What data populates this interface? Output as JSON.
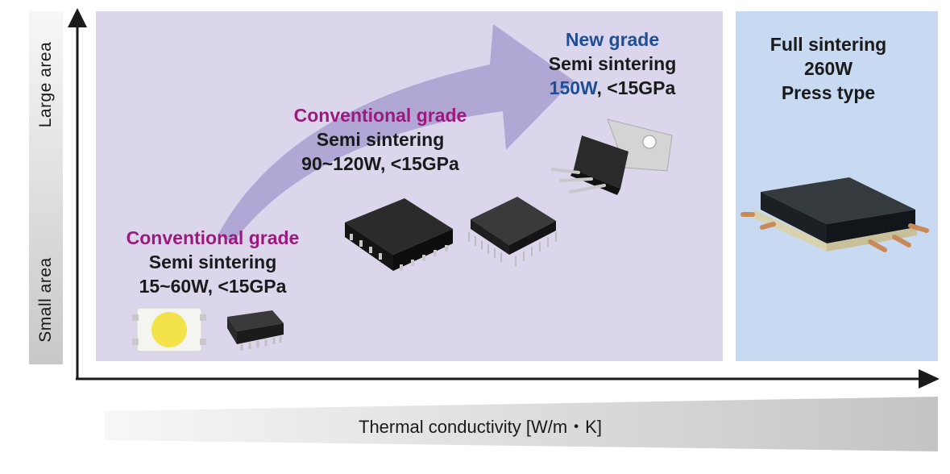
{
  "colors": {
    "panel_conventional": "#dcd6ec",
    "panel_full": "#c7daf1",
    "arrow": "#a89fd0",
    "grade_conventional": "#9c1a7e",
    "grade_new": "#1d4f97",
    "axis": "#1a1a1a"
  },
  "axes": {
    "y_top_label": "Large area",
    "y_bottom_label": "Small area",
    "x_label": "Thermal conductivity [W/m・K]"
  },
  "grades": {
    "conventional_low": {
      "grade": "Conventional grade",
      "method": "Semi sintering",
      "spec": "15~60W, <15GPa",
      "icons": [
        "led-chip-icon",
        "soic-chip-icon"
      ]
    },
    "conventional_mid": {
      "grade": "Conventional grade",
      "method": "Semi sintering",
      "spec": "90~120W, <15GPa",
      "icons": [
        "qfn-chip-icon",
        "qfp-chip-icon"
      ]
    },
    "new_grade": {
      "grade": "New grade",
      "method": "Semi sintering",
      "power": "150W",
      "pressure": ", <15GPa",
      "icons": [
        "to220-transistor-icon"
      ]
    },
    "full_sintering": {
      "method": "Full sintering",
      "power": "260W",
      "type": "Press type",
      "icons": [
        "press-module-icon"
      ]
    }
  }
}
